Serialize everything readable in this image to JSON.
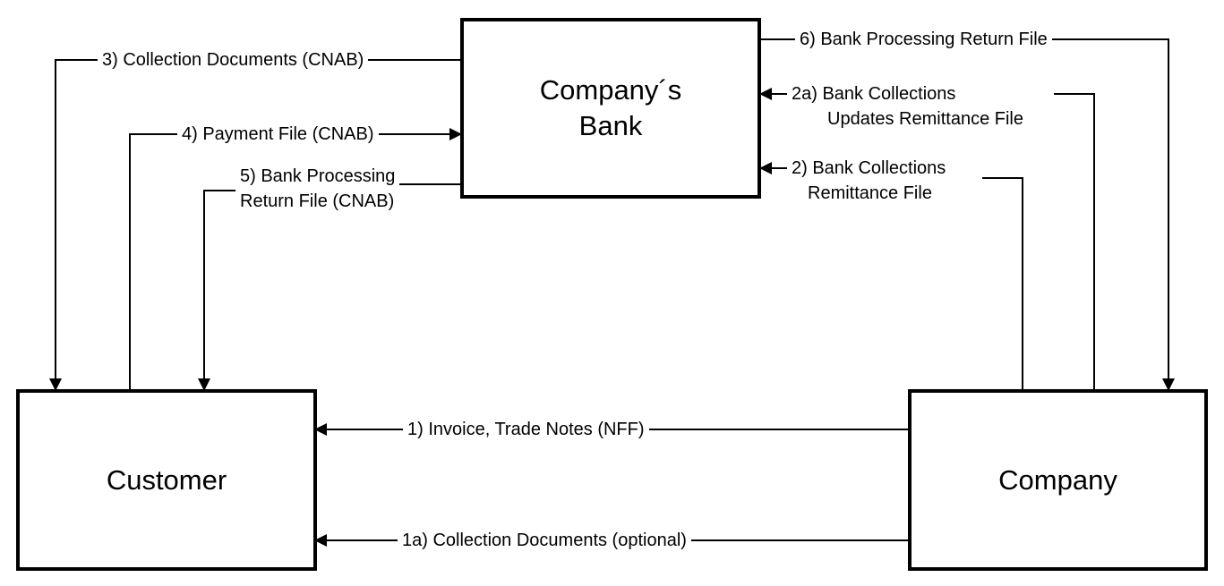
{
  "colors": {
    "background": "#ffffff",
    "line": "#000000",
    "text": "#000000"
  },
  "diagram": {
    "type": "flow-diagram",
    "nodes": [
      {
        "id": "bank",
        "lines": [
          "Company´s",
          "Bank"
        ]
      },
      {
        "id": "customer",
        "lines": [
          "Customer"
        ]
      },
      {
        "id": "company",
        "lines": [
          "Company"
        ]
      }
    ],
    "flows": [
      {
        "id": "1",
        "from": "company",
        "to": "customer",
        "lines": [
          "1) Invoice, Trade Notes (NFF)"
        ]
      },
      {
        "id": "1a",
        "from": "company",
        "to": "customer",
        "lines": [
          "1a) Collection Documents (optional)"
        ]
      },
      {
        "id": "2",
        "from": "company",
        "to": "bank",
        "lines": [
          "2) Bank Collections",
          "Remittance File"
        ]
      },
      {
        "id": "2a",
        "from": "company",
        "to": "bank",
        "lines": [
          "2a) Bank Collections",
          "Updates Remittance File"
        ]
      },
      {
        "id": "3",
        "from": "bank",
        "to": "customer",
        "lines": [
          "3) Collection Documents (CNAB)"
        ]
      },
      {
        "id": "4",
        "from": "customer",
        "to": "bank",
        "lines": [
          "4) Payment File (CNAB)"
        ]
      },
      {
        "id": "5",
        "from": "bank",
        "to": "customer",
        "lines": [
          "5) Bank Processing",
          "Return File (CNAB)"
        ]
      },
      {
        "id": "6",
        "from": "bank",
        "to": "company",
        "lines": [
          "6) Bank Processing Return File"
        ]
      }
    ]
  }
}
